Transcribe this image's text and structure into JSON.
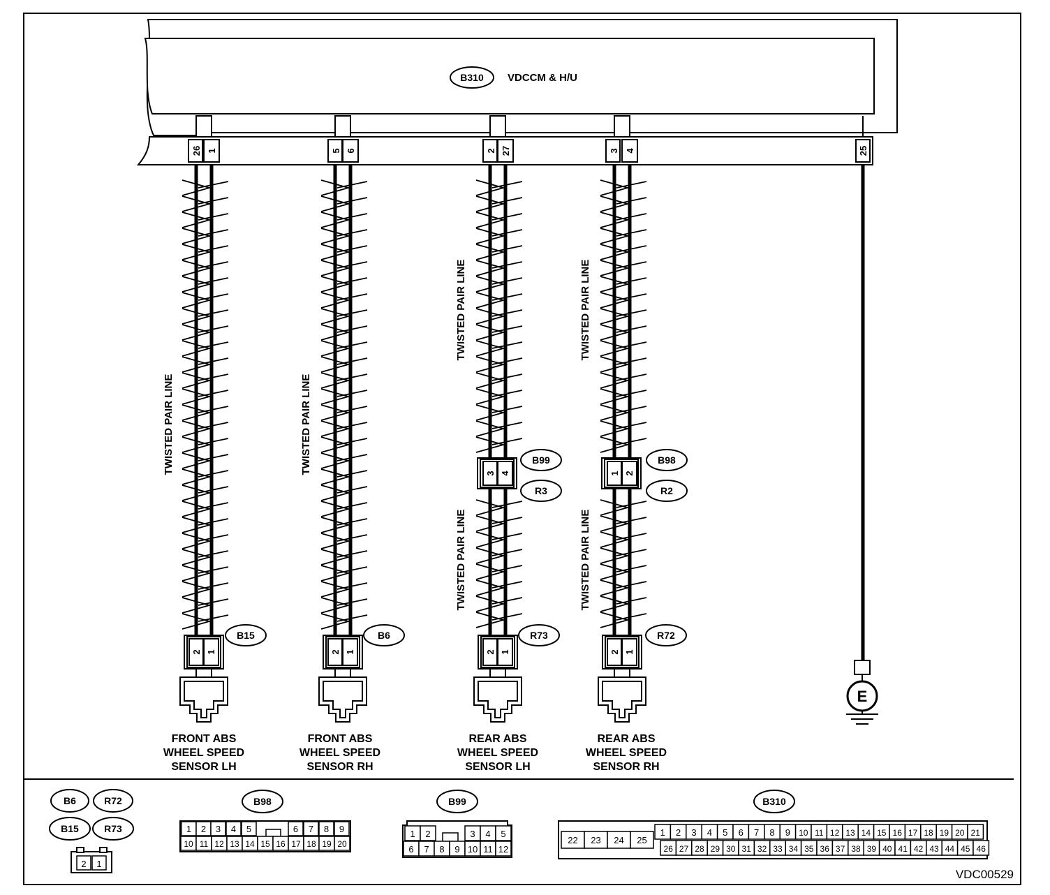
{
  "control_unit": {
    "tag": "B310",
    "name": "VDCCM & H/U"
  },
  "pins": {
    "p26": "26",
    "p1": "1",
    "p5": "5",
    "p6": "6",
    "p2": "2",
    "p27": "27",
    "p3": "3",
    "p4": "4",
    "p25": "25"
  },
  "twisted_label": "TWISTED PAIR LINE",
  "intermediate": {
    "b99": "B99",
    "r3": "R3",
    "b99_pins": [
      "3",
      "4"
    ],
    "b98": "B98",
    "r2": "R2",
    "b98_pins": [
      "1",
      "2"
    ]
  },
  "sensors": [
    {
      "tag": "B15",
      "line1": "FRONT ABS",
      "line2": "WHEEL SPEED",
      "line3": "SENSOR LH",
      "pins": [
        "2",
        "1"
      ]
    },
    {
      "tag": "B6",
      "line1": "FRONT ABS",
      "line2": "WHEEL SPEED",
      "line3": "SENSOR RH",
      "pins": [
        "2",
        "1"
      ]
    },
    {
      "tag": "R73",
      "line1": "REAR ABS",
      "line2": "WHEEL SPEED",
      "line3": "SENSOR LH",
      "pins": [
        "2",
        "1"
      ]
    },
    {
      "tag": "R72",
      "line1": "REAR ABS",
      "line2": "WHEEL SPEED",
      "line3": "SENSOR RH",
      "pins": [
        "2",
        "1"
      ]
    }
  ],
  "ground": "E",
  "footer": {
    "tags_group1": [
      "B6",
      "R72",
      "B15",
      "R73"
    ],
    "conn_2pin": [
      "2",
      "1"
    ],
    "b98": {
      "tag": "B98",
      "row1": [
        "1",
        "2",
        "3",
        "4",
        "5",
        "6",
        "7",
        "8",
        "9"
      ],
      "row2": [
        "10",
        "11",
        "12",
        "13",
        "14",
        "15",
        "16",
        "17",
        "18",
        "19",
        "20"
      ]
    },
    "b99": {
      "tag": "B99",
      "row1": [
        "1",
        "2",
        "3",
        "4",
        "5"
      ],
      "row2": [
        "6",
        "7",
        "8",
        "9",
        "10",
        "11",
        "12"
      ]
    },
    "b310": {
      "tag": "B310",
      "left": [
        "22",
        "23",
        "24",
        "25"
      ],
      "row1": [
        "1",
        "2",
        "3",
        "4",
        "5",
        "6",
        "7",
        "8",
        "9",
        "10",
        "11",
        "12",
        "13",
        "14",
        "15",
        "16",
        "17",
        "18",
        "19",
        "20",
        "21"
      ],
      "row2": [
        "26",
        "27",
        "28",
        "29",
        "30",
        "31",
        "32",
        "33",
        "34",
        "35",
        "36",
        "37",
        "38",
        "39",
        "40",
        "41",
        "42",
        "43",
        "44",
        "45",
        "46"
      ]
    }
  },
  "ref_code": "VDC00529"
}
